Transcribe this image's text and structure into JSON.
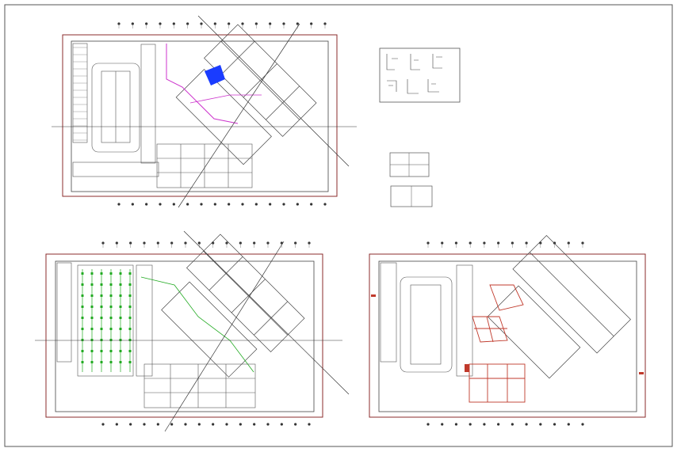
{
  "sheet": {
    "background": "#ffffff",
    "border_color": "#555555"
  },
  "colors": {
    "line": "#444444",
    "frame": "#8b2b2b",
    "magenta": "#cc33cc",
    "blue": "#1a3cff",
    "green": "#22aa22",
    "red": "#c0392b"
  },
  "plans": [
    {
      "id": "top-plan",
      "variant": "base",
      "rotation_deg": 45
    },
    {
      "id": "bottom-left-plan",
      "variant": "electrical",
      "rotation_deg": 45
    },
    {
      "id": "bottom-right-plan",
      "variant": "structural",
      "rotation_deg": 45
    }
  ],
  "detail_panels": [
    {
      "id": "detail-panel-large",
      "rows": 2,
      "cols": 3
    },
    {
      "id": "detail-panel-small-a",
      "rows": 2,
      "cols": 2
    },
    {
      "id": "detail-panel-small-b",
      "rows": 1,
      "cols": 2
    }
  ]
}
